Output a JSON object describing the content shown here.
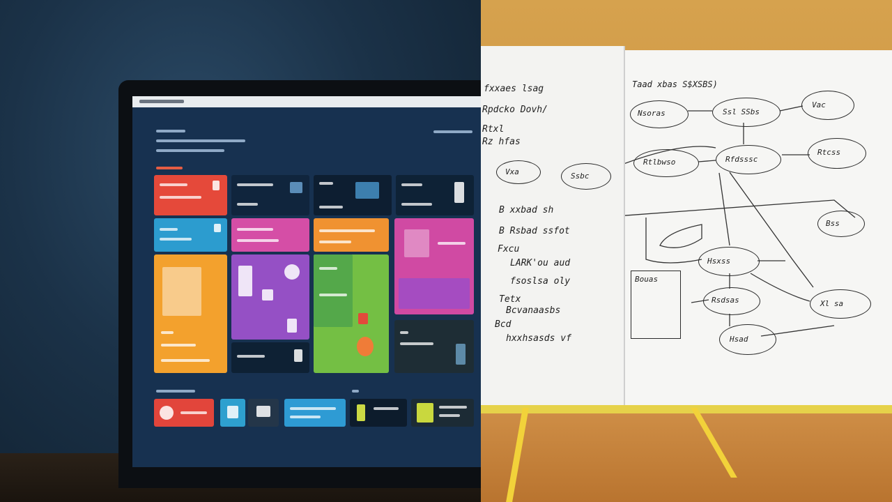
{
  "scene": {
    "left_panel": "laptop showing a colorful tile dashboard",
    "right_panel": "open notebook with a hand-drawn flow diagram"
  },
  "colors": {
    "screen_bg": "#173150",
    "tile_red": "#e5493a",
    "tile_blue": "#2c9ccf",
    "tile_orange": "#f29a2c",
    "tile_pink": "#d64aa8",
    "tile_purple": "#9b54c8",
    "tile_green": "#7cc143",
    "tile_dark": "#0f2238",
    "ribbon": "#f2d23a"
  },
  "notebook": {
    "left_page_lines": [
      "fxxaes lsag",
      "Rpdcko Dovh/",
      "Rtxl",
      "Rz hfas",
      "B xxbad sh",
      "B Rsbad ssfot",
      "Fxcu",
      "LARK'ou aud",
      "fsoslsa oly",
      "Tetx",
      "Bcvanaasbs",
      "Bcd",
      "hxxhsasds vf"
    ],
    "right_page_title": "Taad xbas S$XSBS)",
    "nodes": [
      {
        "label": "Nsoras"
      },
      {
        "label": "Ssl SSbs"
      },
      {
        "label": "Vac"
      },
      {
        "label": "Rtlbwso"
      },
      {
        "label": "Rfdsssc"
      },
      {
        "label": "Rtcss"
      },
      {
        "label": "Vxa"
      },
      {
        "label": "Ssbc"
      },
      {
        "label": "Bss"
      },
      {
        "label": "Hsxss"
      },
      {
        "label": "Rsdsas"
      },
      {
        "label": "Xl sa"
      },
      {
        "label": "Hsad"
      },
      {
        "label": "Bouas"
      }
    ]
  }
}
